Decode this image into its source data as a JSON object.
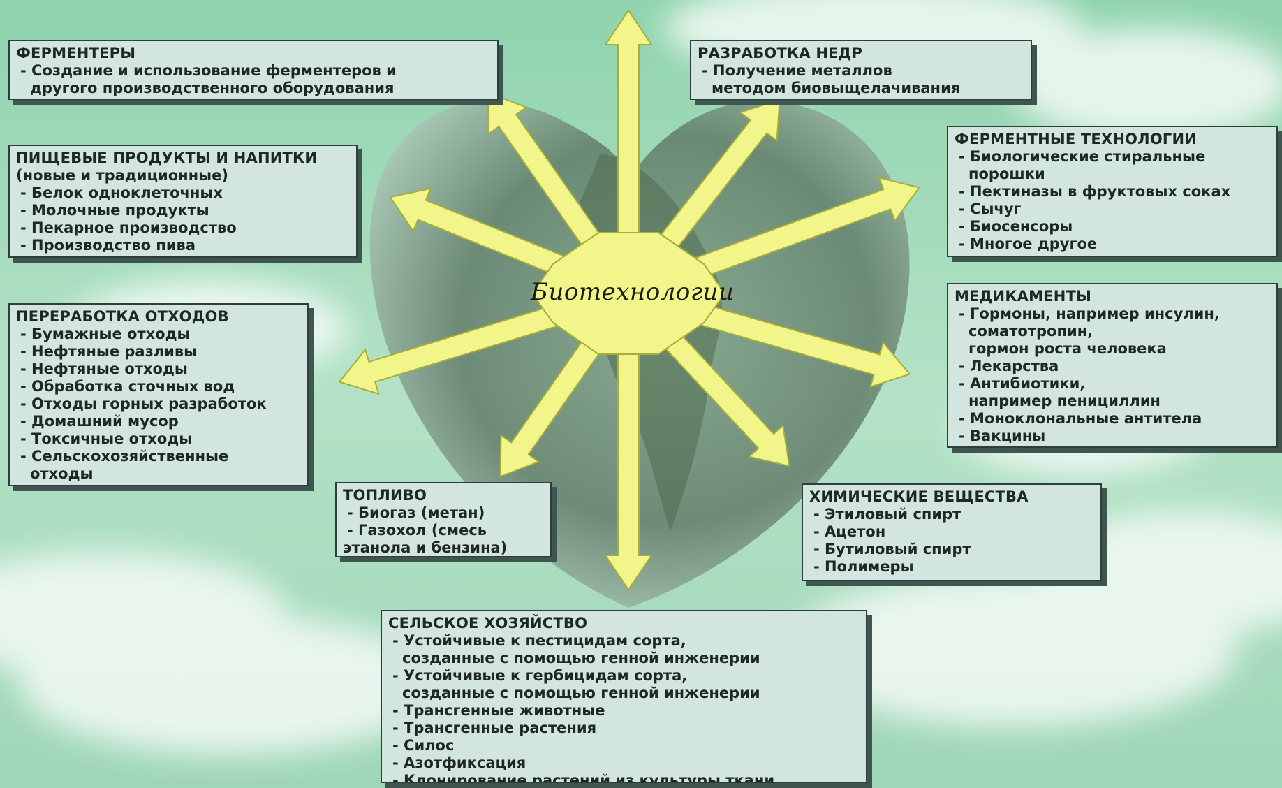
{
  "center": {
    "label": "Биотехнологии"
  },
  "boxes": {
    "fermenters": {
      "title": "ФЕРМЕНТЕРЫ",
      "items": [
        "Создание и использование ферментеров и"
      ],
      "cont": "другого производственного оборудования"
    },
    "mining": {
      "title": "РАЗРАБОТКА НЕДР",
      "items": [
        "Получение металлов"
      ],
      "cont": "методом биовыщелачивания"
    },
    "food": {
      "title": "ПИЩЕВЫЕ ПРОДУКТЫ И НАПИТКИ",
      "subtitle": "(новые и традиционные)",
      "items": [
        "Белок одноклеточных",
        "Молочные продукты",
        "Пекарное производство",
        "Производство пива"
      ]
    },
    "enzyme_tech": {
      "title": "ФЕРМЕНТНЫЕ ТЕХНОЛОГИИ",
      "items": [
        "Биологические стиральные",
        "порошки",
        "Пектиназы в фруктовых соках",
        "Сычуг",
        "Биосенсоры",
        "Многое другое"
      ]
    },
    "waste": {
      "title": "ПЕРЕРАБОТКА ОТХОДОВ",
      "items": [
        "Бумажные отходы",
        "Нефтяные разливы",
        "Нефтяные отходы",
        "Обработка сточных вод",
        "Отходы горных разработок",
        "Домашний мусор",
        "Токсичные отходы",
        "Сельскохозяйственные",
        "отходы"
      ]
    },
    "medicine": {
      "title": "МЕДИКАМЕНТЫ",
      "items": [
        "Гормоны, например инсулин,",
        "соматотропин,",
        "гормон роста человека",
        "Лекарства",
        "Антибиотики,",
        "например пенициллин",
        "Моноклональные антитела",
        "Вакцины"
      ]
    },
    "fuel": {
      "title": "ТОПЛИВО",
      "items": [
        "Биогаз (метан)",
        "Газохол (смесь"
      ],
      "cont": "этанола и бензина)"
    },
    "chemicals": {
      "title": "ХИМИЧЕСКИЕ ВЕЩЕСТВА",
      "items": [
        "Этиловый спирт",
        "Ацетон",
        "Бутиловый спирт",
        "Полимеры"
      ]
    },
    "agriculture": {
      "title": "СЕЛЬСКОЕ ХОЗЯЙСТВО",
      "items": [
        "Устойчивые к пестицидам сорта,",
        "созданные с помощью генной инженерии",
        "Устойчивые к гербицидам сорта,",
        "созданные с помощью генной инженерии",
        "Трансгенные животные",
        "Трансгенные растения",
        "Силос",
        "Азотфиксация",
        "Клонирование растений из культуры ткани"
      ]
    }
  },
  "colors": {
    "arrow_fill": "#f1f58a",
    "arrow_stroke": "#a6ad3a",
    "box_fill": "#d2e6df",
    "sky_top": "#9bd8b6",
    "sky_bottom": "#c9e7d6"
  }
}
